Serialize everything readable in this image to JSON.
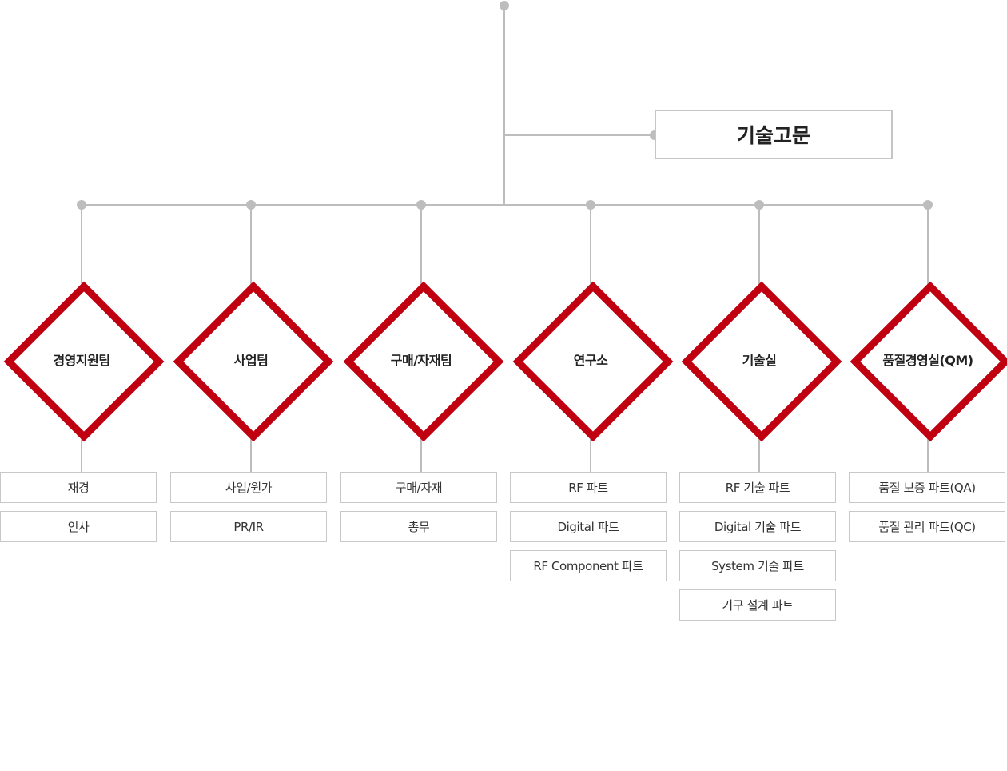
{
  "advisor": {
    "label": "기술고문"
  },
  "departments": [
    {
      "name": "경영지원팀",
      "subs": [
        "재경",
        "인사"
      ]
    },
    {
      "name": "사업팀",
      "subs": [
        "사업/원가",
        "PR/IR"
      ]
    },
    {
      "name": "구매/자재팀",
      "subs": [
        "구매/자재",
        "총무"
      ]
    },
    {
      "name": "연구소",
      "subs": [
        "RF 파트",
        "Digital 파트",
        "RF Component 파트"
      ]
    },
    {
      "name": "기술실",
      "subs": [
        "RF 기술 파트",
        "Digital 기술 파트",
        "System 기술 파트",
        "기구 설계 파트"
      ]
    },
    {
      "name": "품질경영실(QM)",
      "subs": [
        "품질 보증 파트(QA)",
        "품질 관리 파트(QC)"
      ]
    }
  ],
  "colors": {
    "accent": "#c00010",
    "connector": "#bdbdbd",
    "border": "#c8c8c8"
  }
}
